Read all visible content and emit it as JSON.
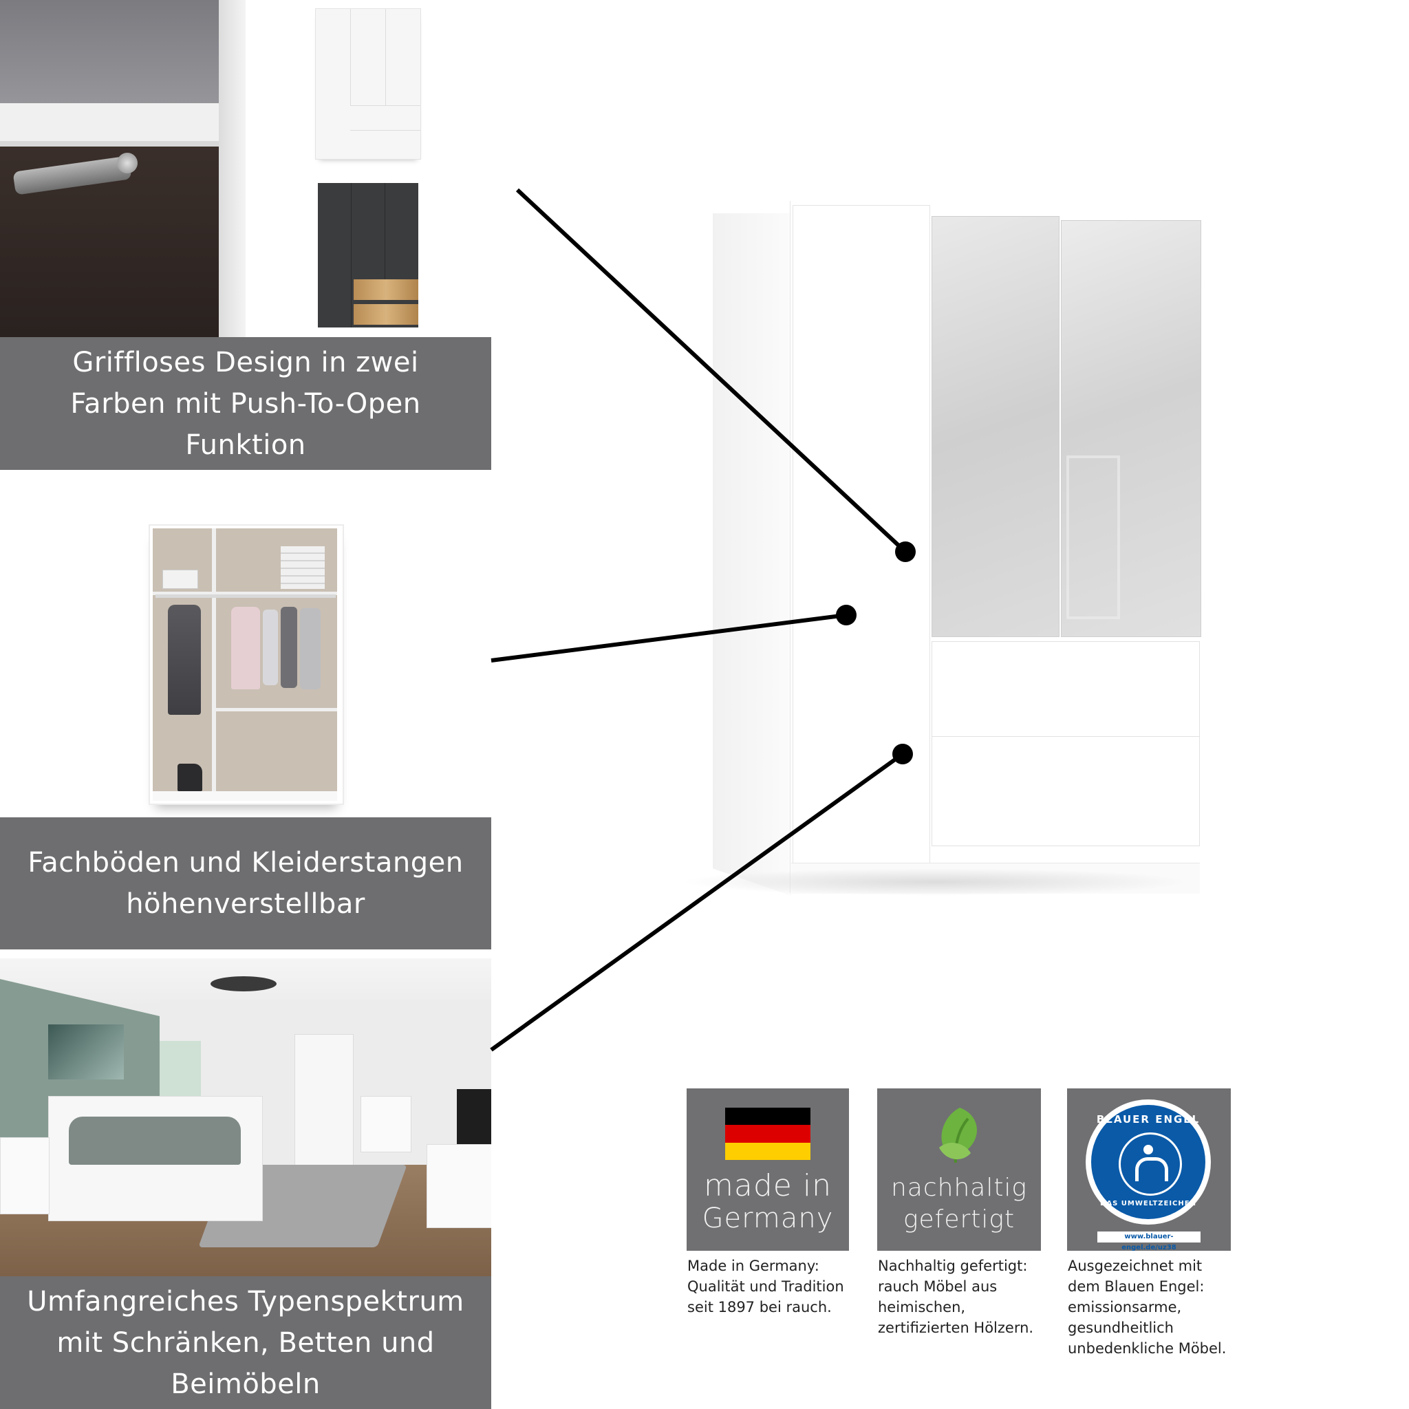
{
  "features": [
    {
      "caption": "Griffloses Design in zwei\nFarben mit Push-To-Open\nFunktion"
    },
    {
      "caption": "Fachböden und Kleiderstangen\nhöhenverstellbar"
    },
    {
      "caption": "Umfangreiches Typenspektrum\nmit Schränken, Betten und\nBeimöbeln"
    }
  ],
  "badges": [
    {
      "line1": "made in",
      "line2": "Germany",
      "desc": "Made in Germany:\nQualität und Tradition\nseit 1897 bei rauch.",
      "flag_colors": [
        "#000000",
        "#dd0000",
        "#ffce00"
      ]
    },
    {
      "line1": "nachhaltig",
      "line2": "gefertigt",
      "desc": "Nachhaltig gefertigt:\nrauch Möbel aus\nheimischen,\nzertifizierten Hölzern.",
      "leaf_color": "#6cb33f"
    },
    {
      "seal_top": "BLAUER ENGEL",
      "seal_bottom": "DAS UMWELTZEICHEN",
      "seal_url": "www.blauer-engel.de/uz38",
      "desc": "Ausgezeichnet mit\ndem Blauen Engel:\nemissionsarme,\ngesundheitlich\nunbedenkliche Möbel.",
      "seal_color": "#0a5aa8"
    }
  ],
  "colors": {
    "caption_bg": "#6e6e70",
    "badge_bg": "#707072",
    "line": "#000000"
  }
}
